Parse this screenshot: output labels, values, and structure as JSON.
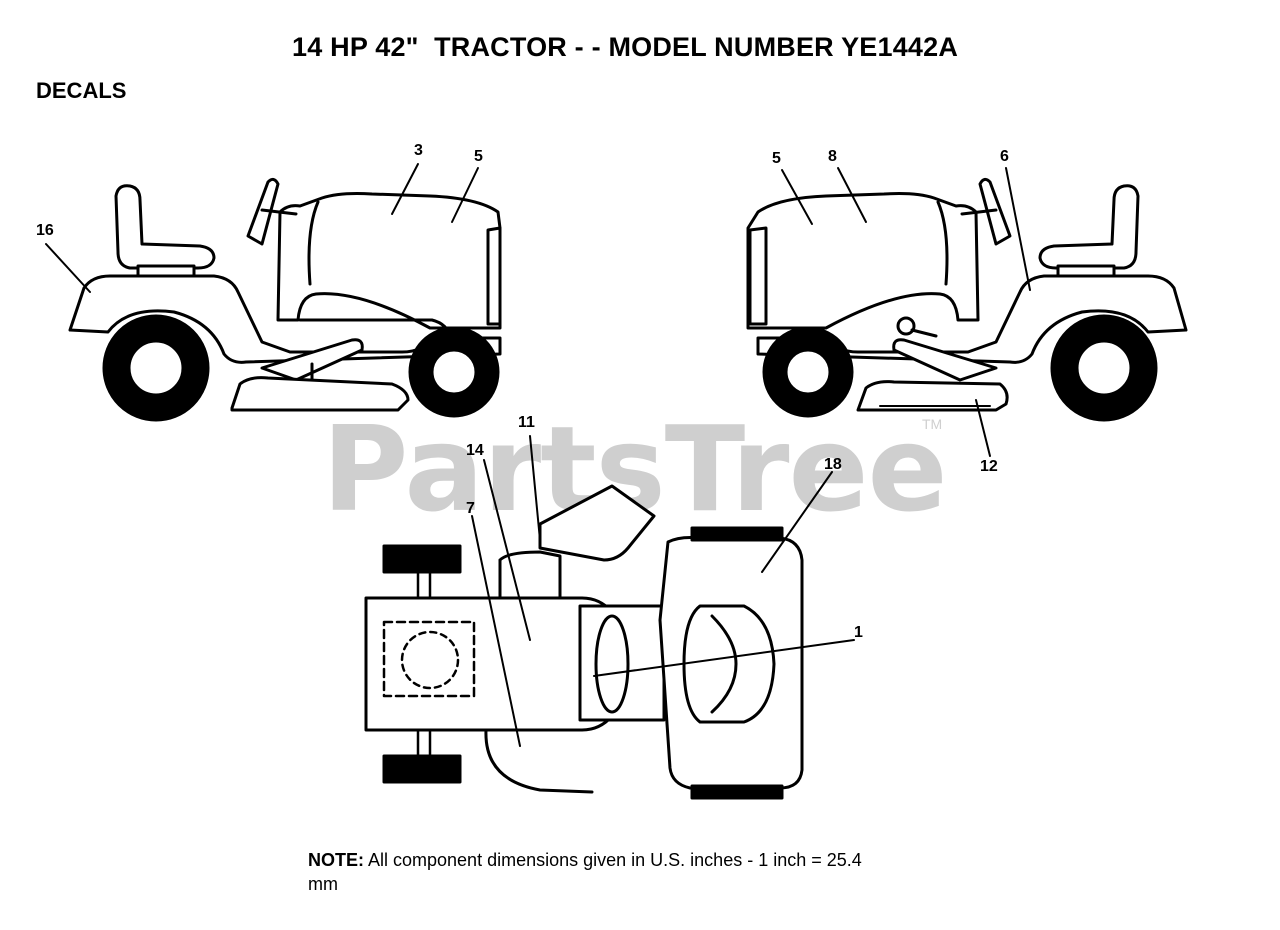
{
  "title": "14 HP 42\"  TRACTOR - - MODEL NUMBER YE1442A",
  "section_label": "DECALS",
  "watermark": {
    "text": "PartsTree",
    "mark": "TM"
  },
  "callouts": {
    "c3": "3",
    "c5_left": "5",
    "c16": "16",
    "c5_right": "5",
    "c8": "8",
    "c6": "6",
    "c12": "12",
    "c11": "11",
    "c14": "14",
    "c7": "7",
    "c18": "18",
    "c1": "1"
  },
  "note": {
    "label": "NOTE:",
    "text": " All component dimensions given in U.S. inches - 1 inch = 25.4 mm"
  }
}
